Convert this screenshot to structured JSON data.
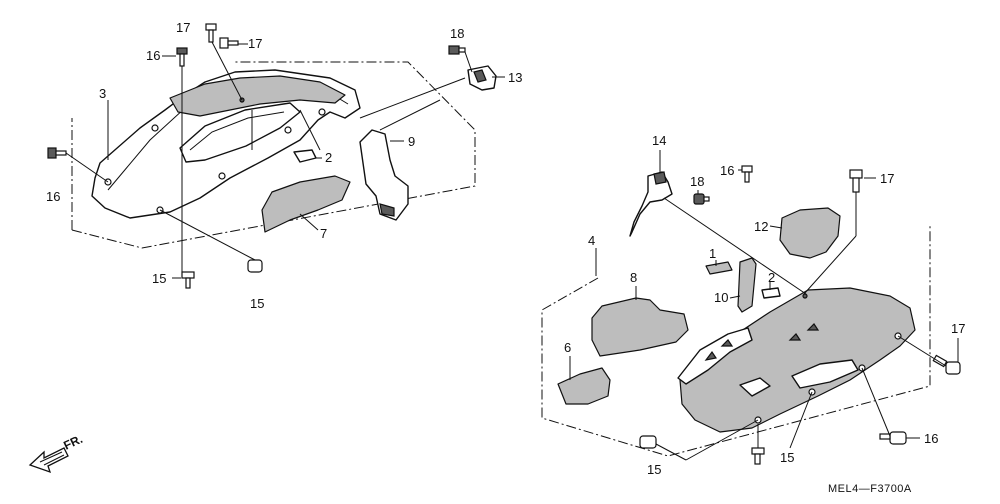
{
  "diagram": {
    "code": "MEL4—F3700A",
    "direction_label": "FR.",
    "callouts": {
      "c17a": "17",
      "c17b": "17",
      "c16a": "16",
      "c18a": "18",
      "c13": "13",
      "c3": "3",
      "c9": "9",
      "c2a": "2",
      "c16b": "16",
      "c7": "7",
      "c15a": "15",
      "c15b": "15",
      "c14": "14",
      "c16c": "16",
      "c18b": "18",
      "c17c": "17",
      "c12": "12",
      "c4": "4",
      "c1": "1",
      "c2b": "2",
      "c8": "8",
      "c10": "10",
      "c6": "6",
      "c17d": "17",
      "c16d": "16",
      "c15c": "15",
      "c15d": "15"
    }
  }
}
